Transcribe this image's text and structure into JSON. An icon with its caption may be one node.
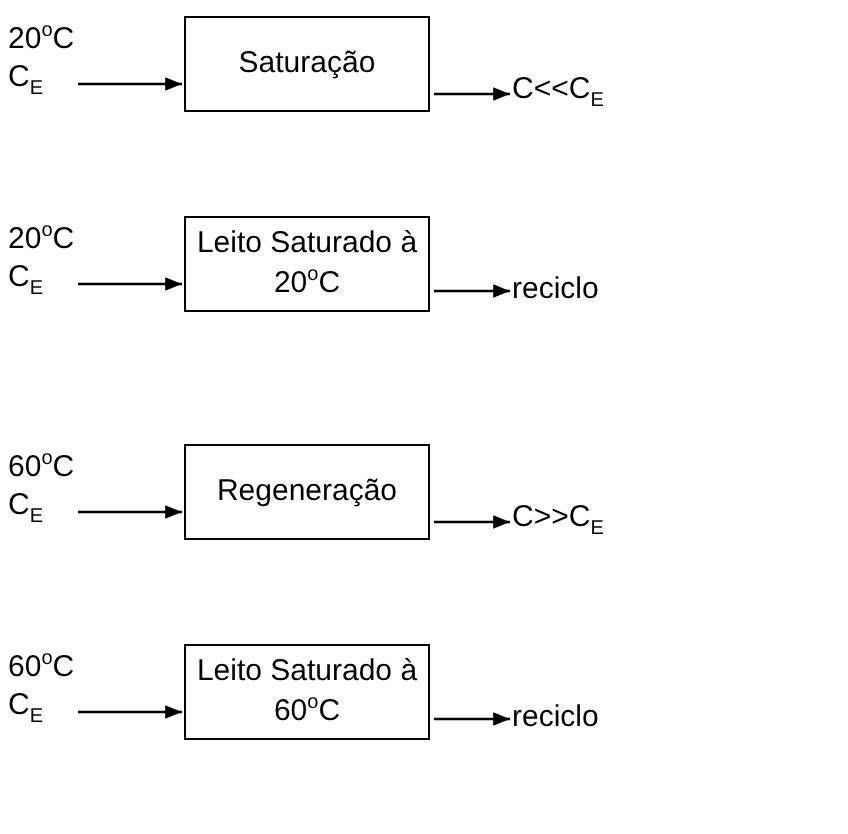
{
  "diagram": {
    "nodes": [
      {
        "text": [
          "20$^{o}$C",
          "C$_{E}$"
        ]
      },
      {
        "text": [
          "Saturação"
        ]
      },
      {
        "text": [
          "C<<C$_{E}$"
        ]
      },
      {
        "text": [
          "20$^{o}$C",
          "C$_{E}$"
        ]
      },
      {
        "text": [
          "Leito Saturado à 20$^{o}$C"
        ]
      },
      {
        "text": [
          "reciclo"
        ]
      },
      {
        "text": [
          "60$^{o}$C",
          "C$_{E}$"
        ]
      },
      {
        "text": [
          "Regeneração"
        ]
      },
      {
        "text": [
          "C>>C$_{E}$"
        ]
      },
      {
        "text": [
          "60$^{o}$C",
          "C$_{E}$"
        ]
      },
      {
        "text": [
          "Leito Saturado à 60$^{o}$C"
        ]
      },
      {
        "text": [
          "reciclo"
        ]
      }
    ],
    "edges": [
      {
        "from": 0,
        "to": 1,
        "arrow": "to"
      },
      {
        "from": 1,
        "to": 2,
        "arrow": "to"
      },
      {
        "from": 3,
        "to": 4,
        "arrow": "to"
      },
      {
        "from": 4,
        "to": 5,
        "arrow": "to"
      },
      {
        "from": 6,
        "to": 7,
        "arrow": "to"
      },
      {
        "from": 7,
        "to": 8,
        "arrow": "to"
      },
      {
        "from": 9,
        "to": 10,
        "arrow": "to"
      },
      {
        "from": 10,
        "to": 11,
        "arrow": "to"
      }
    ]
  }
}
